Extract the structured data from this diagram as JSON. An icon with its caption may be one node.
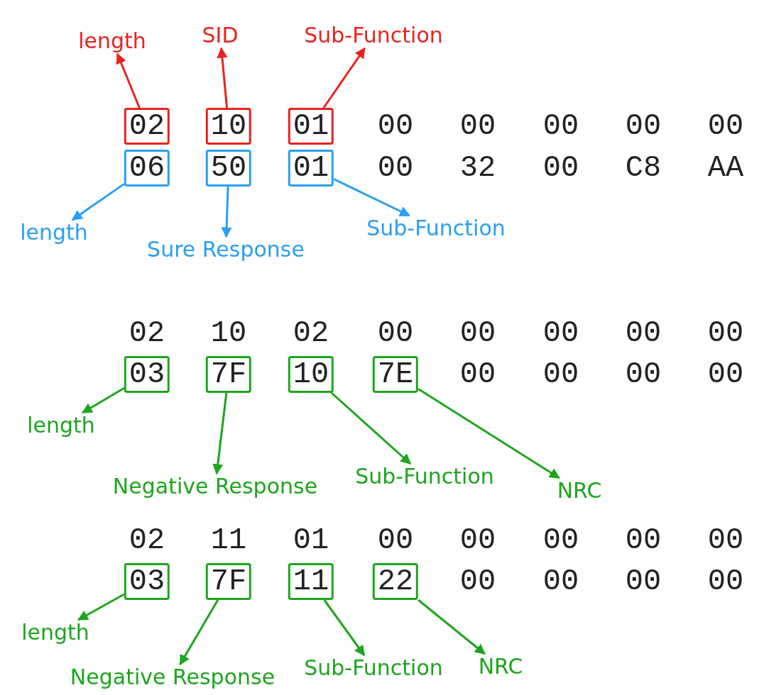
{
  "diagram": {
    "nodes": [
      {
        "text": [
          "length"
        ]
      },
      {
        "text": [
          "SID"
        ]
      },
      {
        "text": [
          "Sub-Function"
        ]
      },
      {
        "text": [
          "02"
        ]
      },
      {
        "text": [
          "10"
        ]
      },
      {
        "text": [
          "01"
        ]
      },
      {
        "text": [
          "06"
        ]
      },
      {
        "text": [
          "50"
        ]
      },
      {
        "text": [
          "01"
        ]
      },
      {
        "text": [
          "length"
        ]
      },
      {
        "text": [
          "Sure Response"
        ]
      },
      {
        "text": [
          "Sub-Function"
        ]
      },
      {
        "text": [
          "03"
        ]
      },
      {
        "text": [
          "7F"
        ]
      },
      {
        "text": [
          "10"
        ]
      },
      {
        "text": [
          "7E"
        ]
      },
      {
        "text": [
          "length"
        ]
      },
      {
        "text": [
          "Negative Response"
        ]
      },
      {
        "text": [
          "Sub-Function"
        ]
      },
      {
        "text": [
          "NRC"
        ]
      },
      {
        "text": [
          "03"
        ]
      },
      {
        "text": [
          "7F"
        ]
      },
      {
        "text": [
          "11"
        ]
      },
      {
        "text": [
          "22"
        ]
      },
      {
        "text": [
          "length"
        ]
      },
      {
        "text": [
          "Negative Response"
        ]
      },
      {
        "text": [
          "Sub-Function"
        ]
      },
      {
        "text": [
          "NRC"
        ]
      }
    ],
    "edges": [
      {
        "from": 3,
        "to": 0,
        "arrow": "to",
        "color": "#e8231f"
      },
      {
        "from": 4,
        "to": 1,
        "arrow": "to",
        "color": "#e8231f"
      },
      {
        "from": 5,
        "to": 2,
        "arrow": "to",
        "color": "#e8231f"
      },
      {
        "from": 6,
        "to": 9,
        "arrow": "to",
        "color": "#2a9ff0"
      },
      {
        "from": 7,
        "to": 10,
        "arrow": "to",
        "color": "#2a9ff0"
      },
      {
        "from": 8,
        "to": 11,
        "arrow": "to",
        "color": "#2a9ff0"
      },
      {
        "from": 12,
        "to": 16,
        "arrow": "to"
      },
      {
        "from": 13,
        "to": 17,
        "arrow": "to"
      },
      {
        "from": 14,
        "to": 18,
        "arrow": "to"
      },
      {
        "from": 15,
        "to": 19,
        "arrow": "to"
      },
      {
        "from": 20,
        "to": 24,
        "arrow": "to"
      },
      {
        "from": 21,
        "to": 25,
        "arrow": "to"
      },
      {
        "from": 22,
        "to": 26,
        "arrow": "to"
      },
      {
        "from": 23,
        "to": 27,
        "arrow": "to"
      }
    ],
    "labels": [
      "00",
      "00",
      "00",
      "00",
      "00",
      "00",
      "32",
      "00",
      "C8",
      "AA",
      "02",
      "10",
      "02",
      "00",
      "00",
      "00",
      "00",
      "00",
      "00",
      "00",
      "00",
      "00",
      "02",
      "11",
      "01",
      "00",
      "00",
      "00",
      "00",
      "00",
      "00",
      "00",
      "00",
      "00"
    ]
  }
}
